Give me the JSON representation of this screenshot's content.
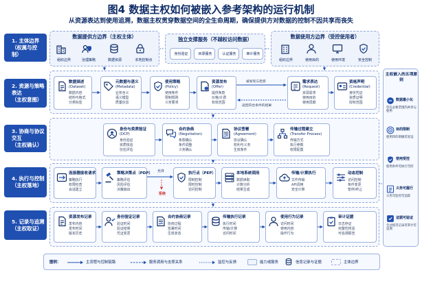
{
  "title": "图4  数据主权如何被嵌入参考架构的运行机制",
  "subtitle": "从资源表达到使用追溯，数据主权贯穿数据空间的全生命周期，确保提供方对数据的控制不因共享而丧失",
  "lanes": [
    {
      "line1": "1. 主体边界",
      "line2": "（权属与控制）"
    },
    {
      "line1": "2. 资源与策略表达",
      "line2": "（主权意图）"
    },
    {
      "line1": "3. 协商与协议交互",
      "line2": "（主权确认）"
    },
    {
      "line1": "4. 执行与控制",
      "line2": "（主权落地）"
    },
    {
      "line1": "5. 记录与追溯",
      "line2": "（主权取证）"
    }
  ],
  "row1": {
    "provider": {
      "title": "数据提供方边界（主权主体）",
      "items": [
        "组织边界",
        "治理策略",
        "数据资源",
        "本地控制点"
      ]
    },
    "support": {
      "title": "独立支撑服务（不越权访问数据）",
      "items": [
        "身份验证",
        "目录服务",
        "认证服务",
        "审计服务"
      ]
    },
    "consumer": {
      "title": "数据使用方边界（受控使用者）",
      "items": [
        "组织边界",
        "使用目的",
        "使用环境",
        "安全控制"
      ]
    }
  },
  "row2": {
    "cards": [
      {
        "title": "数据描述",
        "sub": "(Dataset)",
        "bullets": [
          "数据内容",
          "结构与格式",
          "分类标签"
        ]
      },
      {
        "title": "元数据与语义",
        "sub": "(Metadata)",
        "bullets": [
          "业务含义",
          "语义模型",
          "质量信息"
        ]
      },
      {
        "title": "使用策略",
        "sub": "(Policy)",
        "bullets": [
          "使用条件",
          "限制规则",
          "义务要求"
        ]
      },
      {
        "title": "资源发布",
        "sub": "(Offer)",
        "bullets": [
          "提供条款",
          "价格/计费",
          "有效范围"
        ]
      },
      {
        "title": "需求表达",
        "sub": "(Request)",
        "bullets": [
          "资源需求",
          "使用目的",
          "使用周期"
        ]
      },
      {
        "title": "资格声明",
        "sub": "(Credential)",
        "bullets": [
          "身份凭证",
          "资质证明",
          "授权范围"
        ]
      }
    ],
    "arrow_top": "被发现与检索",
    "arrow_bottom": "返回符合条件的结果"
  },
  "row3": {
    "cards": [
      {
        "title": "身份与资质验证",
        "sub": "(DCP)",
        "bullets": [
          "身份验证",
          "资质核验",
          "信任评估"
        ]
      },
      {
        "title": "合约协商",
        "sub": "(Negotiation)",
        "bullets": [
          "条款确认",
          "条件调整",
          "义务确认"
        ]
      },
      {
        "title": "协议签署",
        "sub": "(Agreement)",
        "bullets": [
          "协议确认",
          "权利与义务",
          "生效条件"
        ]
      },
      {
        "title": "传输过程建立",
        "sub": "(Transfer Process)",
        "bullets": [
          "传输方式",
          "执行参数",
          "权限配置"
        ]
      }
    ]
  },
  "row4": {
    "cards": [
      {
        "title": "连接器接收请求",
        "bullets": [
          "策略执行",
          "权限检查",
          "会话建立"
        ]
      },
      {
        "title": "策略决策点（PDP）",
        "bullets": [
          "策略评估",
          "风险评估",
          "决策输出"
        ]
      },
      {
        "title": "执行点（PEP）",
        "bullets": [
          "限制控制",
          "限时控制",
          "访问控制"
        ]
      },
      {
        "title": "本地系统调用",
        "bullets": [
          "数据读取",
          "计算分析",
          "结果生成"
        ]
      },
      {
        "title": "传输/计算执行",
        "bullets": [
          "文件传输",
          "API调用",
          "安全计算"
        ]
      },
      {
        "title": "动态控制",
        "bullets": [
          "访问控制",
          "条件变更",
          "暂停/终止"
        ]
      }
    ],
    "allow": "允许",
    "deny": "拒绝"
  },
  "row5": {
    "cards": [
      {
        "title": "资源发布记录",
        "bullets": [
          "发布内容",
          "发布时间",
          "版本历史"
        ]
      },
      {
        "title": "身份验证记录",
        "bullets": [
          "验证时间",
          "验证结果",
          "凭证变更"
        ]
      },
      {
        "title": "合约协商记录",
        "bullets": [
          "协商过程",
          "签署时间",
          "生效状态"
        ]
      },
      {
        "title": "传输执行记录",
        "bullets": [
          "执行时间",
          "传输/计算",
          "访问时间"
        ]
      },
      {
        "title": "使用行为记录",
        "bullets": [
          "访问时间",
          "使用内容",
          "操作行为"
        ]
      },
      {
        "title": "审计证据",
        "bullets": [
          "日志存证",
          "完整性校验",
          "可追溯报告"
        ]
      }
    ]
  },
  "right_panel": {
    "title": "主权嵌入的五项原则",
    "items": [
      {
        "title": "数据最小化",
        "desc": "仅在必要范围内共享与使用"
      },
      {
        "title": "目的限制",
        "desc": "使用目的明确可验证"
      },
      {
        "title": "使用受控",
        "desc": "使用条件可执行可控"
      },
      {
        "title": "义务可履行",
        "desc": "义务可监控可追踪"
      },
      {
        "title": "证据可验证",
        "desc": "全过程可记录可审计可追溯"
      }
    ]
  },
  "legend": {
    "label": "图例：",
    "items": [
      "主流程与控制链路",
      "服务调用与支撑关系",
      "监控与反馈",
      "能力或服务",
      "信息记录与证据",
      "主体边界"
    ]
  },
  "colors": {
    "lane": "#1f4fb0",
    "accent": "#0d2b66",
    "deny": "#d0312d",
    "border": "#9bb1dd"
  }
}
